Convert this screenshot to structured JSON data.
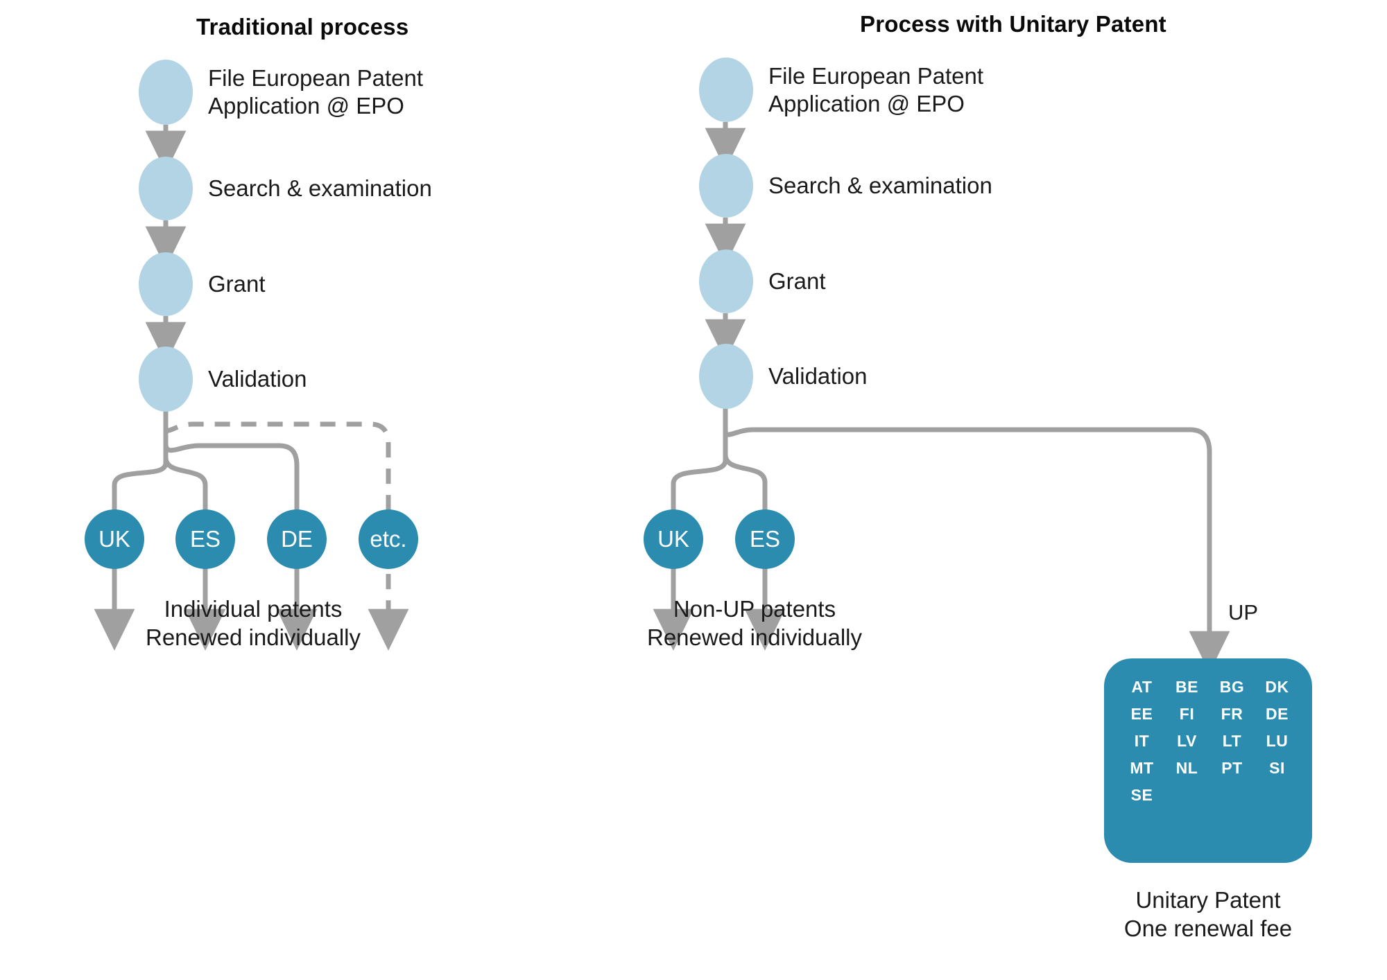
{
  "colors": {
    "stage_fill": "#b2d4e4",
    "country_fill": "#2b8cb0",
    "wire": "#a0a0a0",
    "text": "#1a1a1a",
    "background": "#ffffff"
  },
  "left_panel": {
    "title": "Traditional process",
    "stages": [
      {
        "label": "File European Patent\nApplication @ EPO"
      },
      {
        "label": "Search & examination"
      },
      {
        "label": "Grant"
      },
      {
        "label": "Validation"
      }
    ],
    "outcomes": [
      {
        "code": "UK",
        "dashed": false
      },
      {
        "code": "ES",
        "dashed": false
      },
      {
        "code": "DE",
        "dashed": false
      },
      {
        "code": "etc.",
        "dashed": true
      }
    ],
    "caption": "Individual patents\nRenewed individually"
  },
  "right_panel": {
    "title": "Process with Unitary Patent",
    "stages": [
      {
        "label": "File European Patent\nApplication @ EPO"
      },
      {
        "label": "Search & examination"
      },
      {
        "label": "Grant"
      },
      {
        "label": "Validation"
      }
    ],
    "outcomes": [
      {
        "code": "UK"
      },
      {
        "code": "ES"
      }
    ],
    "caption": "Non-UP patents\nRenewed individually",
    "up_branch_label": "UP",
    "up_box": {
      "codes": [
        "AT",
        "BE",
        "BG",
        "DK",
        "EE",
        "FI",
        "FR",
        "DE",
        "IT",
        "LV",
        "LT",
        "LU",
        "MT",
        "NL",
        "PT",
        "SI",
        "SE"
      ],
      "caption": "Unitary Patent\nOne renewal fee"
    }
  }
}
